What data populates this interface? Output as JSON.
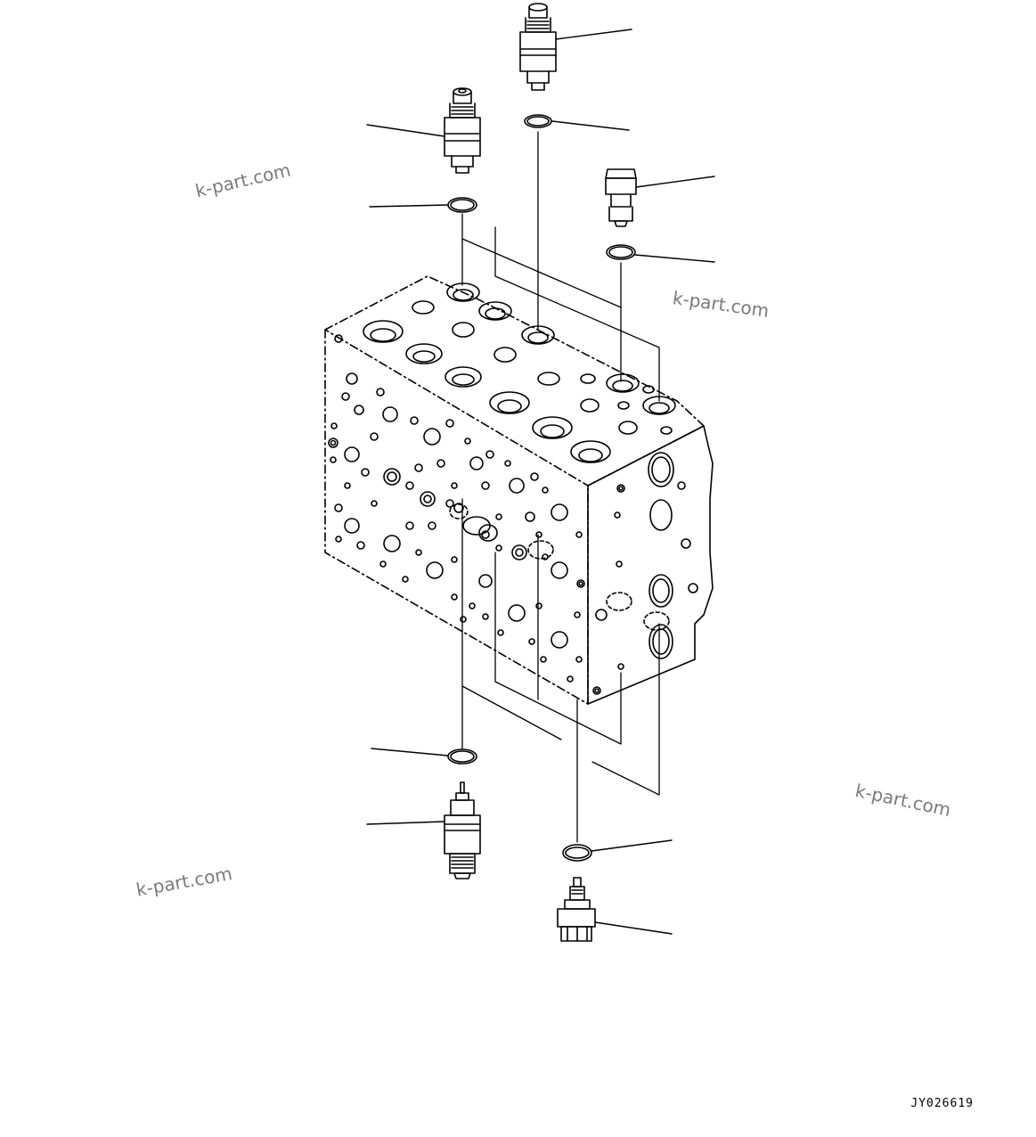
{
  "watermarks": [
    "k-part.com",
    "k-part.com",
    "k-part.com",
    "k-part.com"
  ],
  "drawing_code": "JY026619"
}
